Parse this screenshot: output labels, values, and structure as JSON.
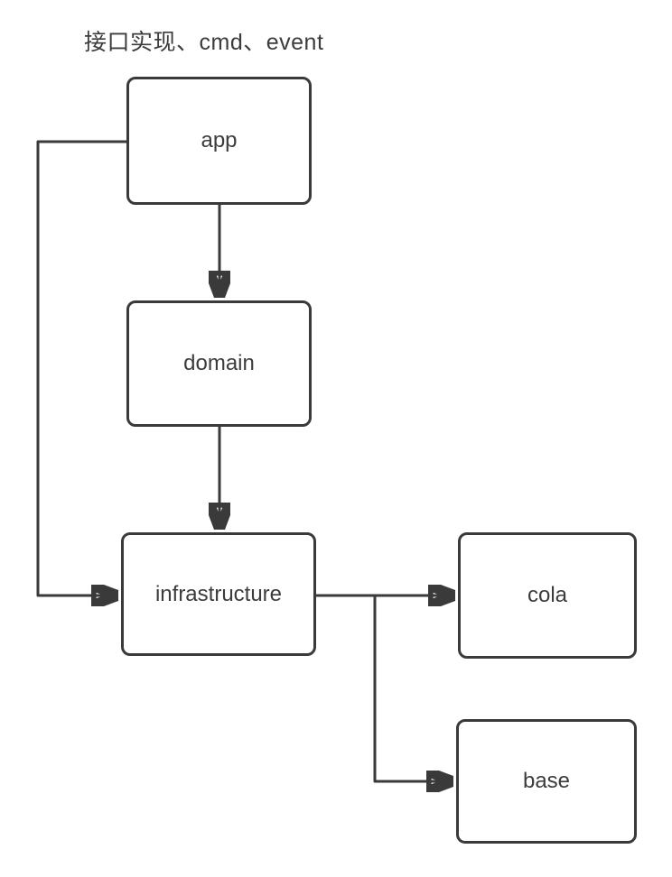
{
  "title": "接口实现、cmd、event",
  "colors": {
    "stroke": "#3a3a3a",
    "text": "#3c3c3c",
    "node_fill": "#ffffff",
    "background": "#ffffff"
  },
  "nodes": [
    {
      "id": "app",
      "label": "app"
    },
    {
      "id": "domain",
      "label": "domain"
    },
    {
      "id": "infrastructure",
      "label": "infrastructure"
    },
    {
      "id": "cola",
      "label": "cola"
    },
    {
      "id": "base",
      "label": "base"
    }
  ],
  "edges": [
    {
      "from": "app",
      "to": "domain",
      "style": "straight-down-arrow"
    },
    {
      "from": "domain",
      "to": "infrastructure",
      "style": "straight-down-arrow"
    },
    {
      "from": "app",
      "to": "infrastructure",
      "style": "orthogonal-left-bypass-arrow"
    },
    {
      "from": "infrastructure",
      "to": "cola",
      "style": "straight-right-arrow"
    },
    {
      "from": "infrastructure",
      "to": "base",
      "style": "orthogonal-down-right-arrow"
    }
  ]
}
